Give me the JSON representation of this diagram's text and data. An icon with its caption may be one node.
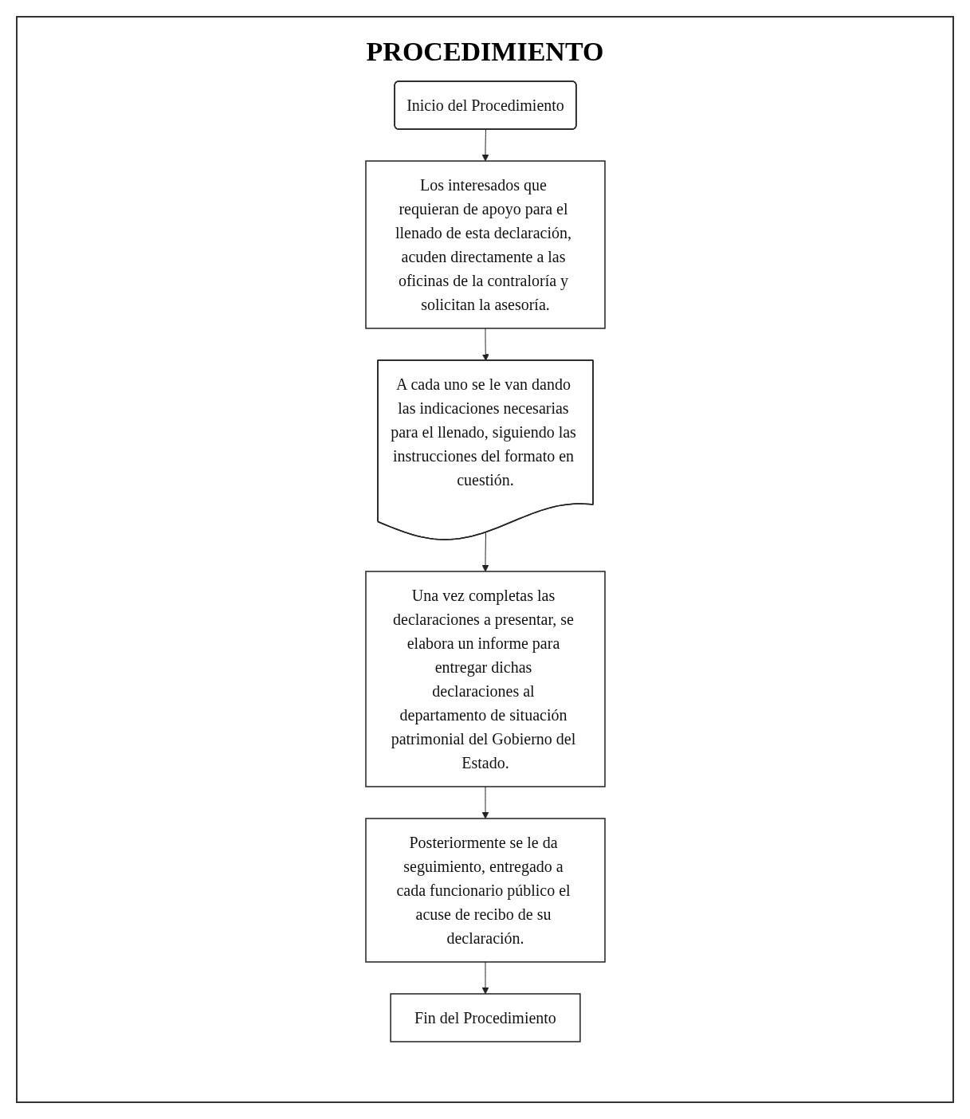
{
  "diagram": {
    "title": "PROCEDIMIENTO",
    "nodes": [
      {
        "text": [
          "Inicio del Procedimiento"
        ]
      },
      {
        "text": [
          "Los interesados que requieran de apoyo para el llenado de esta declaración, acuden directamente a las oficinas de la contraloría y solicitan la asesoría."
        ]
      },
      {
        "text": [
          "A cada uno se le van dando las indicaciones necesarias para el llenado, siguiendo las instrucciones del formato en cuestión."
        ]
      },
      {
        "text": [
          "Una vez completas las declaraciones a presentar, se elabora un informe para entregar dichas declaraciones al departamento de situación patrimonial del Gobierno del Estado."
        ]
      },
      {
        "text": [
          "Posteriormente se le da seguimiento, entregado a cada funcionario público el acuse de recibo de su declaración."
        ]
      },
      {
        "text": [
          "Fin del Procedimiento"
        ]
      }
    ],
    "edges": [
      {
        "from": 0,
        "to": 1,
        "arrow": "to"
      },
      {
        "from": 1,
        "to": 2,
        "arrow": "to"
      },
      {
        "from": 2,
        "to": 3,
        "arrow": "to"
      },
      {
        "from": 3,
        "to": 4,
        "arrow": "to"
      },
      {
        "from": 4,
        "to": 5,
        "arrow": "to"
      }
    ]
  }
}
